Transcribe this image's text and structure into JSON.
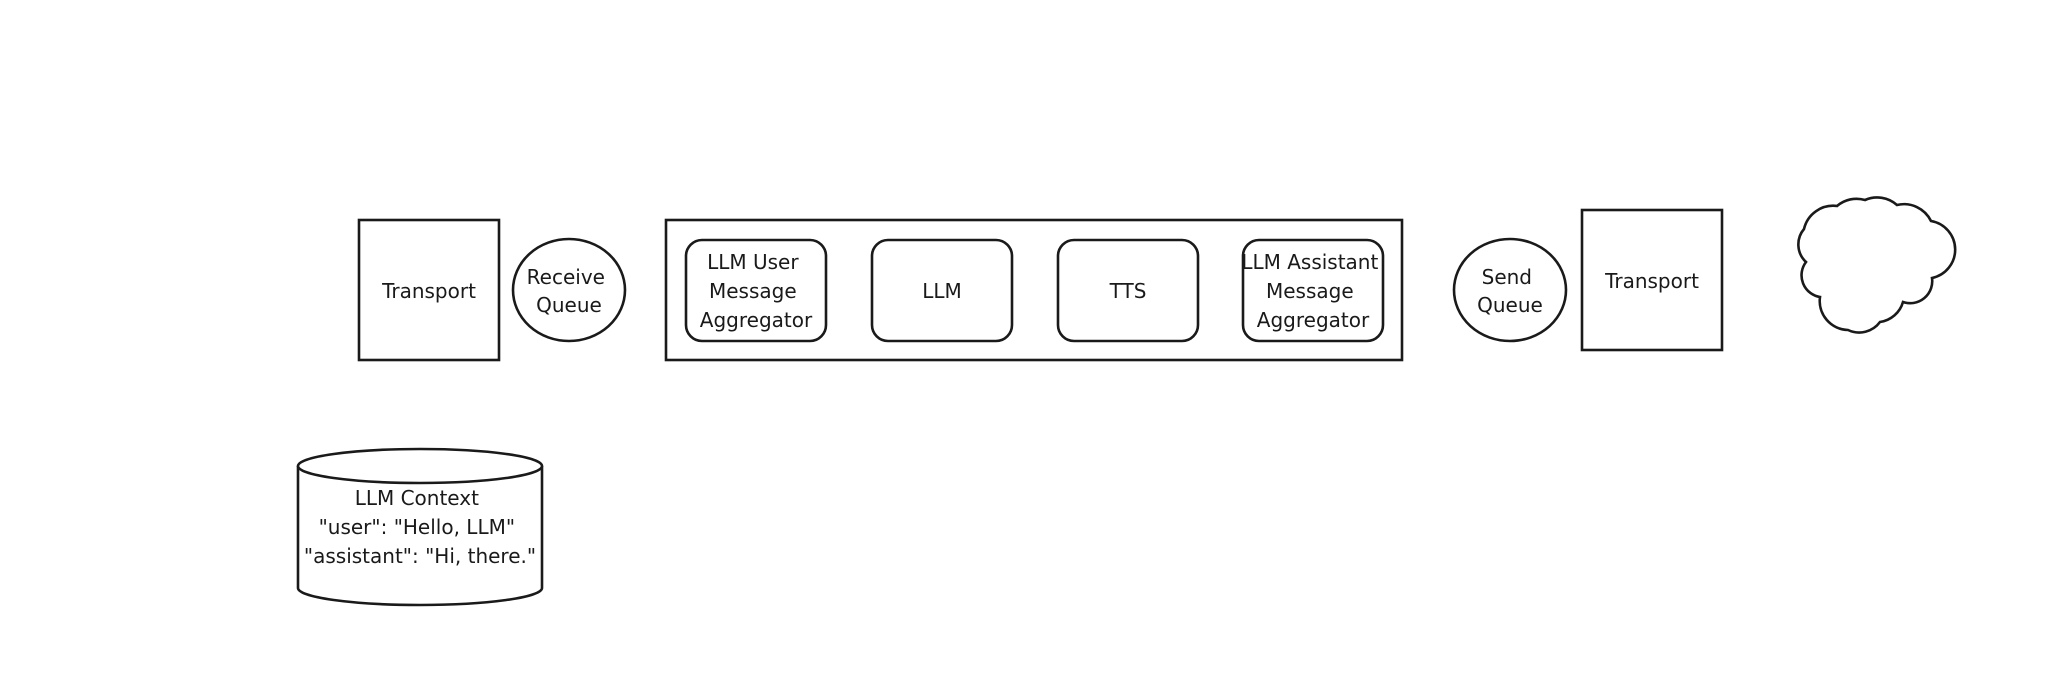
{
  "diagram": {
    "transport_in": {
      "label": "Transport"
    },
    "receive_queue": {
      "lines": [
        "Receive",
        "Queue"
      ]
    },
    "pipeline": {
      "processors": [
        {
          "id": "llm-user-aggregator",
          "lines": [
            "LLM User",
            "Message",
            "Aggregator"
          ]
        },
        {
          "id": "llm",
          "lines": [
            "LLM"
          ]
        },
        {
          "id": "tts",
          "lines": [
            "TTS"
          ]
        },
        {
          "id": "llm-assistant-aggregator",
          "lines": [
            "LLM Assistant",
            "Message",
            "Aggregator"
          ]
        }
      ]
    },
    "send_queue": {
      "lines": [
        "Send",
        "Queue"
      ]
    },
    "transport_out": {
      "label": "Transport"
    },
    "cloud": {
      "icon": "cloud-icon"
    },
    "context": {
      "lines": [
        "LLM Context",
        "\"user\": \"Hello, LLM\"",
        "\"assistant\": \"Hi, there.\""
      ]
    }
  },
  "colors": {
    "stroke": "#1a1a1a",
    "fill": "#ffffff",
    "text": "#1a1a1a"
  }
}
